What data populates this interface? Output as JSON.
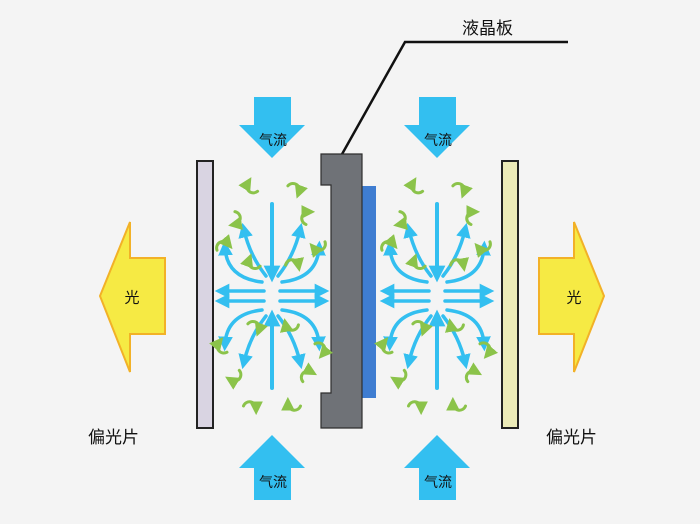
{
  "labels": {
    "lcd_panel": "液晶板",
    "airflow": "气流",
    "light": "光",
    "polarizer": "偏光片"
  },
  "colors": {
    "background": "#f4f4f4",
    "airflow_arrow": "#33bff0",
    "light_arrow": "#f6ea44",
    "light_arrow_edge": "#f2b127",
    "swirl_arrow": "#8bc34a",
    "lcd_panel": "#6f7277",
    "panel_backlayer": "#3f7dd1",
    "polarizer_left": "#d9d4e2",
    "polarizer_right": "#ecebb8",
    "leader_line": "#111111"
  },
  "icons": [
    "airflow-arrow",
    "light-arrow",
    "swirl-arrow",
    "flow-fan-arrow"
  ]
}
